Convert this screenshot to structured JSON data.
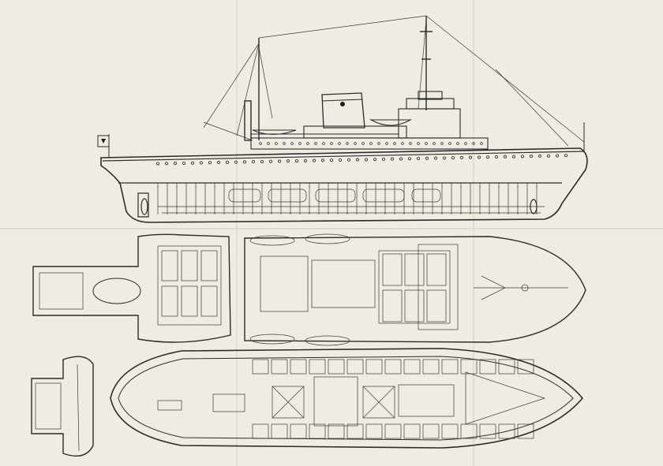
{
  "drawing": {
    "subject": "ship-general-arrangement",
    "paper_color": "#efece3",
    "ink_color": "#2b2b2b",
    "views": [
      "side-elevation",
      "upper-deck-plan",
      "lower-deck-plan"
    ]
  }
}
